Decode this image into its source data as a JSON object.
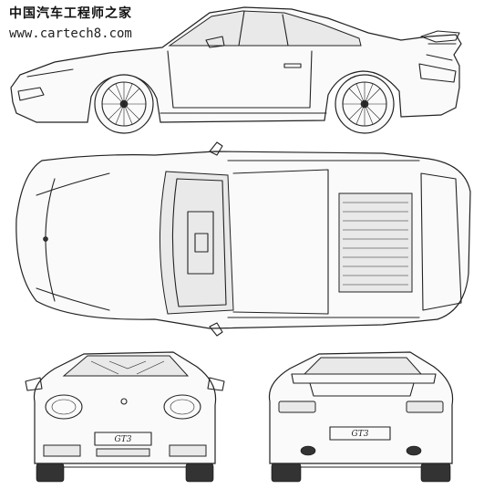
{
  "watermark": {
    "title": "中国汽车工程师之家",
    "url": "www.cartech8.com"
  },
  "views": {
    "front_plate": "GT3",
    "rear_plate": "GT3"
  }
}
